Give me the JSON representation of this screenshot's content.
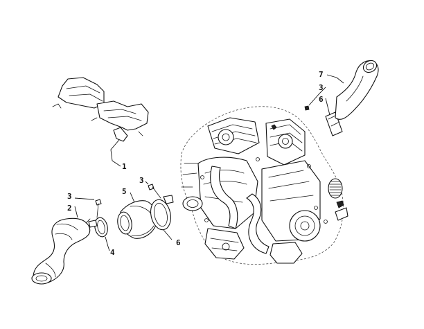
{
  "diagram": {
    "callouts": [
      {
        "id": "c1",
        "label": "1"
      },
      {
        "id": "c2",
        "label": "2"
      },
      {
        "id": "c3a",
        "label": "3"
      },
      {
        "id": "c3b",
        "label": "3"
      },
      {
        "id": "c3c",
        "label": "3"
      },
      {
        "id": "c4",
        "label": "4"
      },
      {
        "id": "c5",
        "label": "5"
      },
      {
        "id": "c6a",
        "label": "6"
      },
      {
        "id": "c6b",
        "label": "6"
      },
      {
        "id": "c7",
        "label": "7"
      }
    ]
  },
  "colors": {
    "line": "#111111",
    "background": "#ffffff"
  }
}
